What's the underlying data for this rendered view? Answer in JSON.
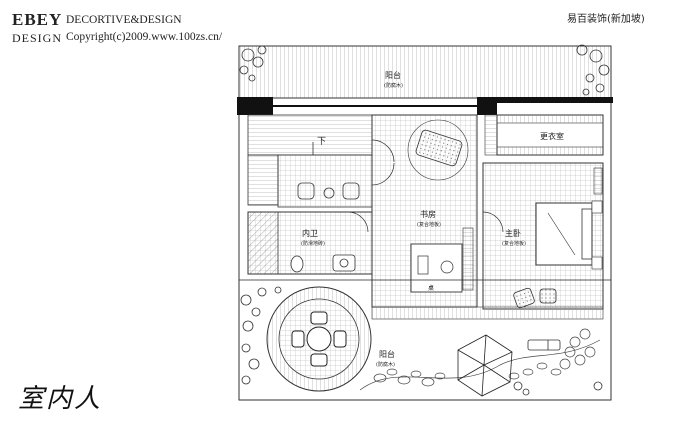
{
  "header": {
    "brand_main": "EBEY",
    "brand_sub": "DESIGN",
    "tagline": "DECORTIVE&DESIGN",
    "copyright": "Copyright(c)2009.www.100zs.cn/",
    "company": "易百装饰(新加坡)"
  },
  "signature": "室内人",
  "rooms": {
    "top_terrace": "阳台",
    "top_terrace_sub": "(防腐木)",
    "stairs_down": "下",
    "study": "书房",
    "study_sub": "(复合地板)",
    "inner_bath": "内卫",
    "inner_bath_sub": "(防滑地砖)",
    "closet": "更衣室",
    "master_bedroom": "主卧",
    "master_bedroom_sub": "(复合地板)",
    "bottom_terrace": "阳台",
    "bottom_terrace_sub": "(防腐木)",
    "desk_label": "桌"
  },
  "colors": {
    "wall": "#111111",
    "line": "#333333",
    "grid": "#999999",
    "hatch": "#777777"
  }
}
